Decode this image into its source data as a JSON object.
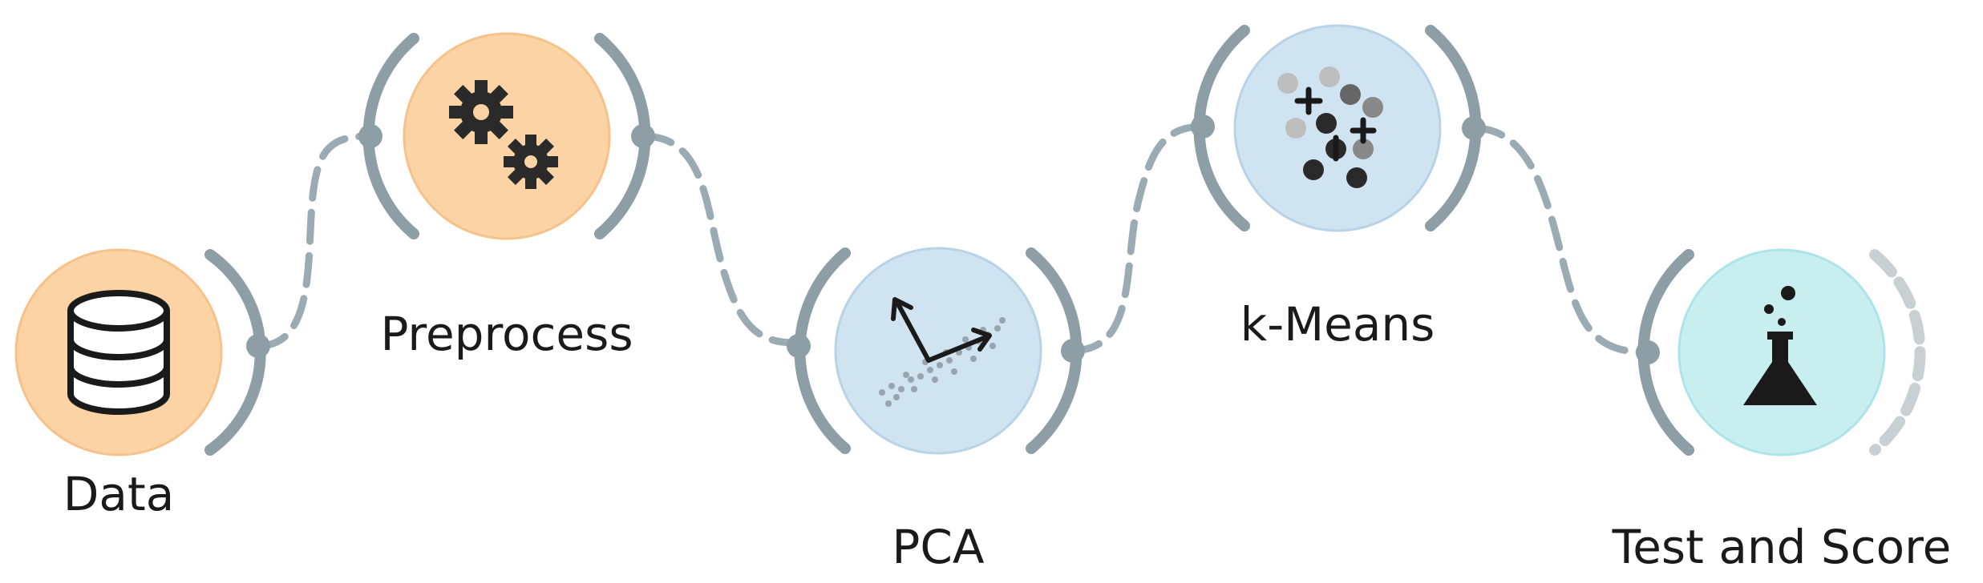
{
  "workflow": {
    "widgets": [
      {
        "id": "data",
        "label": "Data",
        "icon": "database-icon",
        "color": "#fbd3a5"
      },
      {
        "id": "preprocess",
        "label": "Preprocess",
        "icon": "gears-icon",
        "color": "#fbd3a5"
      },
      {
        "id": "pca",
        "label": "PCA",
        "icon": "pca-projection-icon",
        "color": "#cfe3f1"
      },
      {
        "id": "kmeans",
        "label": "k-Means",
        "icon": "cluster-dots-icon",
        "color": "#cfe3f1"
      },
      {
        "id": "test-and-score",
        "label": "Test and Score",
        "icon": "flask-icon",
        "color": "#c8eef0"
      }
    ],
    "link_color": "#9aabb3",
    "arc_color": "#8e9ea6"
  }
}
